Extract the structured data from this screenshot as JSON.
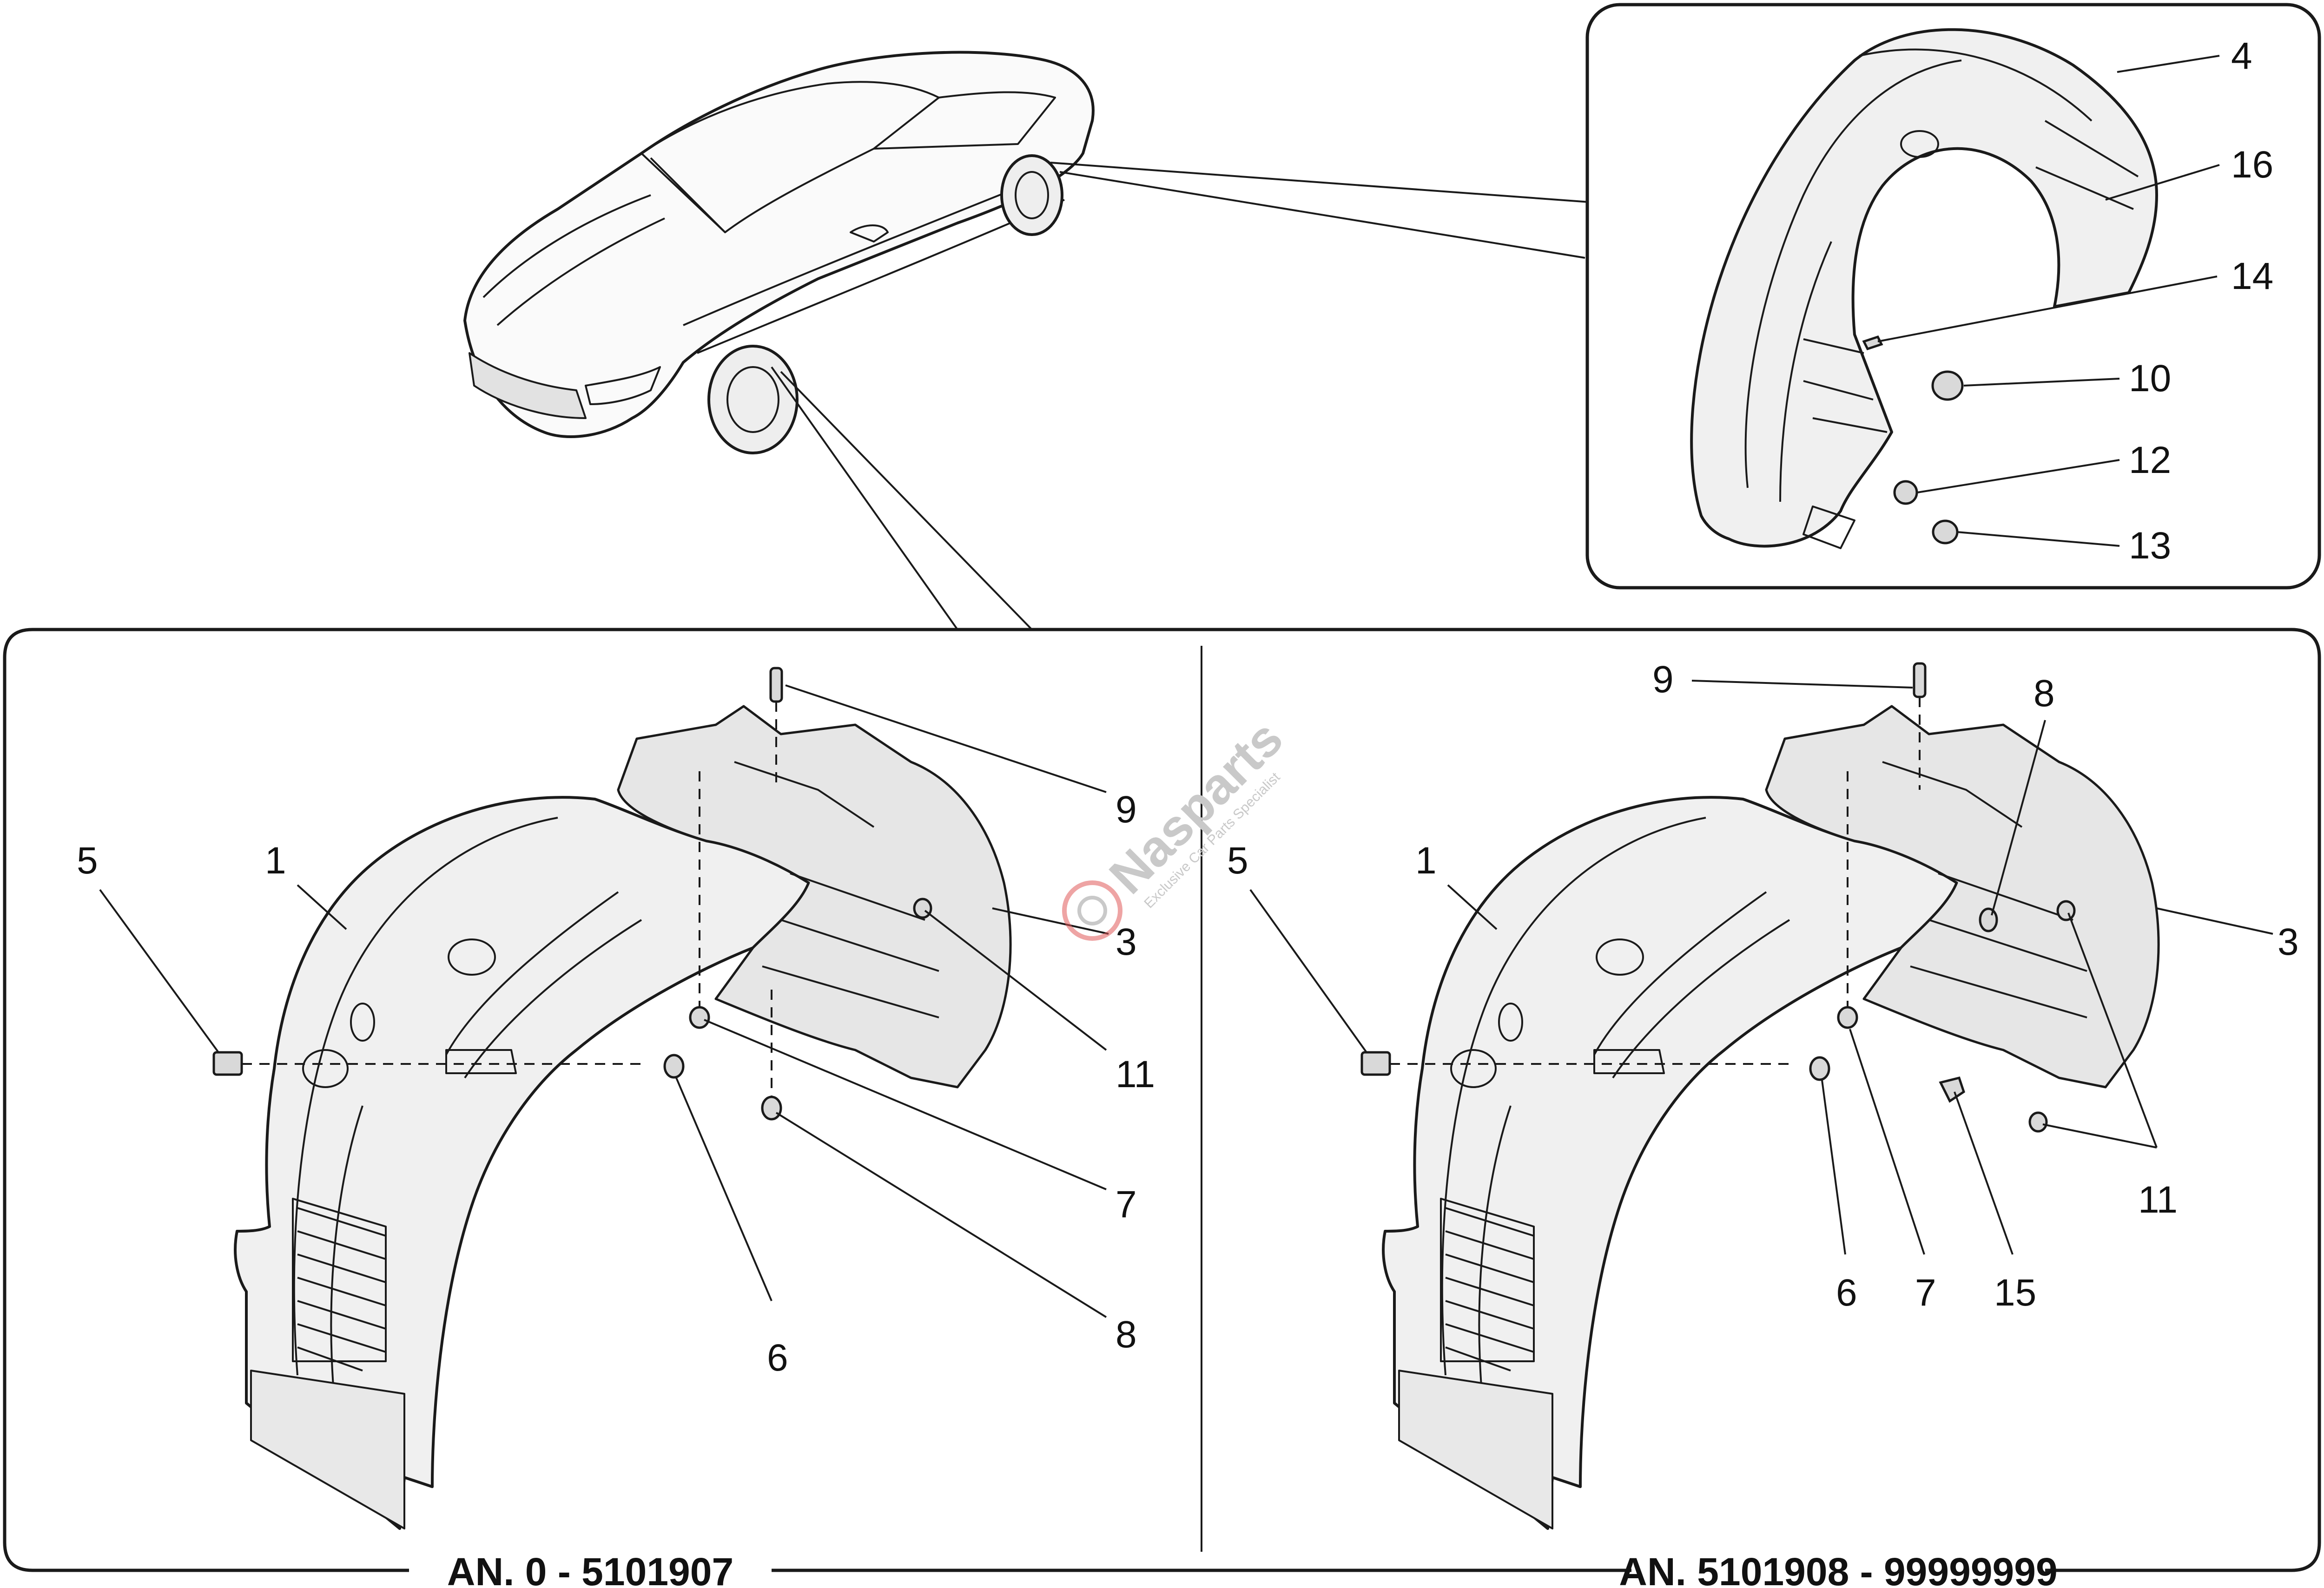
{
  "diagram": {
    "callouts_left": [
      "1",
      "3",
      "5",
      "6",
      "7",
      "8",
      "9",
      "11"
    ],
    "callouts_right": [
      "1",
      "3",
      "5",
      "6",
      "7",
      "8",
      "9",
      "11",
      "15"
    ],
    "callouts_inset": [
      "4",
      "16",
      "14",
      "10",
      "12",
      "13"
    ],
    "caption_left": "AN. 0 - 5101907",
    "caption_right": "AN. 5101908 - 99999999",
    "watermark": {
      "brand": "Nasparts",
      "tagline": "Exclusive Car Parts Specialist"
    },
    "colors": {
      "line": "#1a1a1a",
      "panel_fill": "#f0f0f0",
      "watermark": "#c9c9c9",
      "watermark_accent": "#e05a5a"
    }
  }
}
